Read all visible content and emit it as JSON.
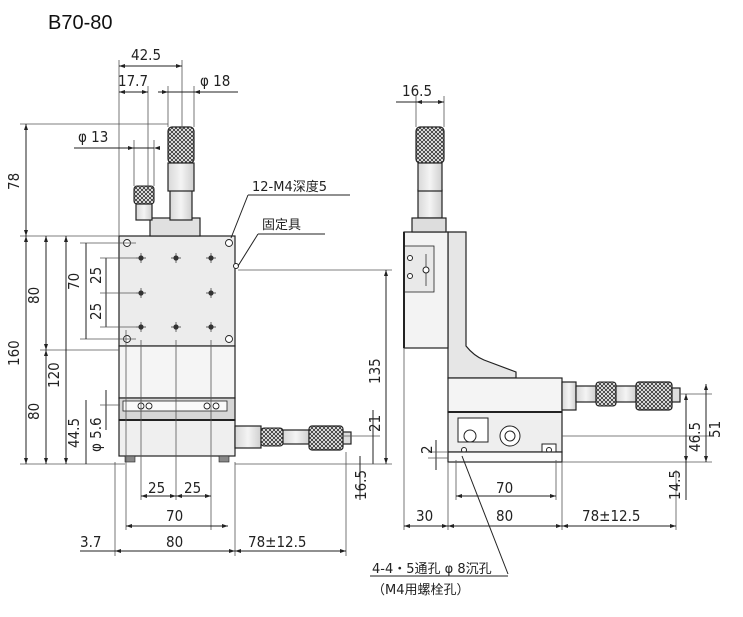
{
  "title": "B70-80",
  "front_view": {
    "dims": {
      "w42_5": "42.5",
      "w17_7": "17.7",
      "phi18": "φ 18",
      "phi13": "φ 13",
      "h78": "78",
      "h80_top": "80",
      "h70": "70",
      "h25a": "25",
      "h25b": "25",
      "h160": "160",
      "h120": "120",
      "h80_bot": "80",
      "h44_5": "44.5",
      "phi5_6": "φ 5.6",
      "h135": "135",
      "h21": "21",
      "h16_5": "16.5",
      "b25a": "25",
      "b25b": "25",
      "b70": "70",
      "b3_7": "3.7",
      "b80": "80",
      "b78": "78±12.5"
    },
    "notes": {
      "tapped": "12-M4深度5",
      "fixture": "固定具"
    }
  },
  "side_view": {
    "dims": {
      "w16_5": "16.5",
      "h2": "2",
      "h46_5": "46.5",
      "h51": "51",
      "h14_5": "14.5",
      "b70": "70",
      "b30": "30",
      "b80": "80",
      "b78": "78±12.5"
    },
    "notes": {
      "holes": "4-4・5通孔 φ 8沉孔",
      "holes_sub": "（M4用螺栓孔）"
    }
  }
}
